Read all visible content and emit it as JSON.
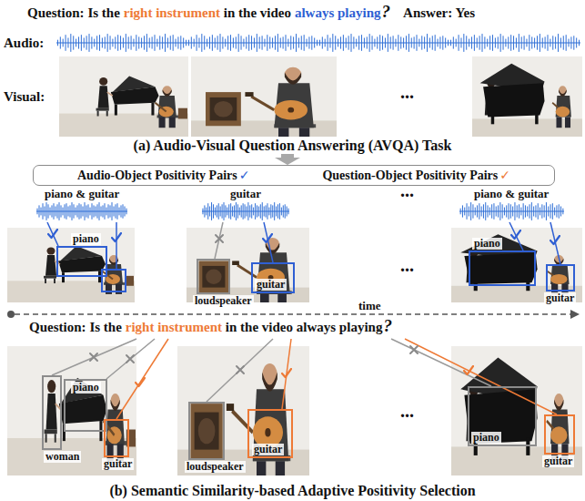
{
  "diagram": {
    "nodes": [
      {
        "text": [
          "Audio-Object Positivity Pairs",
          "✓",
          "Question-Object Positivity Pairs",
          "✓"
        ]
      },
      {
        "text": [
          "piano"
        ]
      },
      {
        "text": [
          "loudspeaker"
        ]
      },
      {
        "text": [
          "guitar"
        ]
      },
      {
        "text": [
          "piano"
        ]
      },
      {
        "text": [
          "guitar"
        ]
      },
      {
        "text": [
          "woman"
        ]
      },
      {
        "text": [
          "piano"
        ]
      },
      {
        "text": [
          "guitar"
        ]
      },
      {
        "text": [
          "loudspeaker"
        ]
      },
      {
        "text": [
          "guitar"
        ]
      },
      {
        "text": [
          "piano"
        ]
      },
      {
        "text": [
          "guitar"
        ]
      }
    ],
    "labels": [
      "Question:",
      "Is the",
      "right instrument",
      "in the video",
      "always playing",
      "?",
      "Answer: Yes",
      "Audio:",
      "Visual:",
      "...",
      "(a) Audio-Visual Question Answering (AVQA) Task",
      "piano & guitar",
      "guitar",
      "...",
      "piano & guitar",
      "...",
      "time",
      "Question:",
      "Is the",
      "right instrument",
      "in the video always playing",
      "?",
      "...",
      "(b) Semantic Similarity-based Adaptive Positivity Selection"
    ]
  }
}
